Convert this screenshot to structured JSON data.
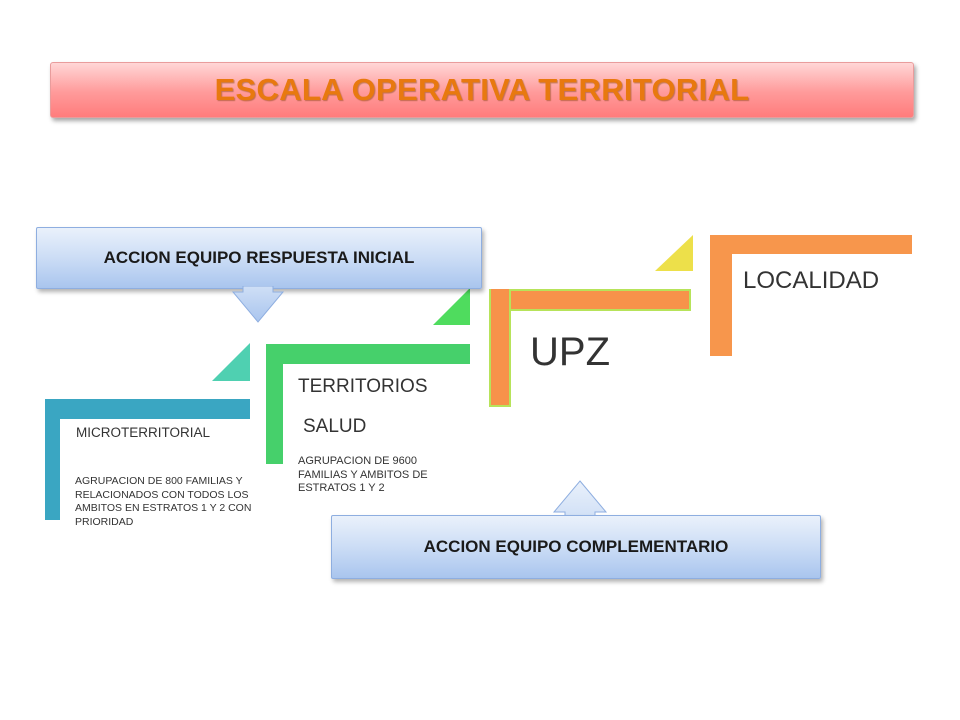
{
  "title": "ESCALA OPERATIVA TERRITORIAL",
  "top_box": "ACCION  EQUIPO RESPUESTA INICIAL",
  "bottom_box": "ACCION EQUIPO COMPLEMENTARIO",
  "steps": [
    {
      "label": "MICROTERRITORIAL",
      "description": "AGRUPACION DE 800 FAMILIAS Y RELACIONADOS CON TODOS LOS  AMBITOS EN  ESTRATOS 1 Y 2 CON PRIORIDAD",
      "color": "#3aa6c2"
    },
    {
      "label_line1": "TERRITORIOS",
      "label_line2": "SALUD",
      "description": "AGRUPACION DE 9600 FAMILIAS Y AMBITOS DE ESTRATOS 1 Y 2",
      "color": "#46d06b"
    },
    {
      "label": "UPZ",
      "color": "#f7924a",
      "border_color": "#b7e35a"
    },
    {
      "label": "LOCALIDAD",
      "color": "#f7964c"
    }
  ],
  "accent_colors": {
    "triangle_1": "#4fd0b1",
    "triangle_2": "#4fdc5e",
    "triangle_3": "#a8e54f",
    "triangle_4": "#ede04a",
    "title_color": "#e8790f",
    "title_bg": "#ff9a9a",
    "box_bg": "#cfdff6"
  }
}
